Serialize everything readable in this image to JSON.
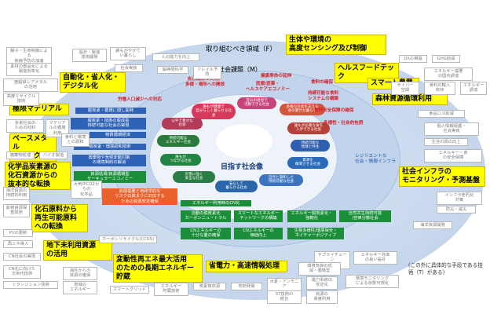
{
  "labels": {
    "F": "取り組むべき領域（F）",
    "M": "社会課題（M）",
    "goal": "目指す社会像",
    "note": "(この外に具体的な手段である技術（T）がある)"
  },
  "yellow": [
    "生体や環境の\n高度センシング及び制御",
    "ヘルスフードテック",
    "スマート農業",
    "森林資源循環利用",
    "自動化・省人化・\nデジタル化",
    "極限マテリアル",
    "ベースメタル\nリサイクル",
    "化学品炭素源の\n化石資源からの\n抜本的な転換",
    "化石原料から\n再生可能原料\nへの転換",
    "地下未利用資源\nの活用",
    "変動性再エネ最大活用\nのための長期エネルギー\n貯蔵",
    "省電力・高速情報処理",
    "社会インフラの\nモニタリング・予測基盤"
  ],
  "red_texts": [
    "健康寿命の延伸",
    "食料の確保",
    "医療/医薬・\nヘルスケアエコノミー",
    "自己概念の実現、\n多様・場所への開放",
    "持続可能な食料\nシステムの構築",
    "食料安全保障の確保",
    "多様性・社会的包摂",
    "労働人口減少への対応"
  ],
  "blue_left": [
    "脱炭素・循環に関し開発",
    "脱炭素・技術の脱成長\n持続可能な社会の実現",
    "物質循環経済",
    "脱炭素・環境調和技術",
    "廃棄物や気候変動対策\nの環境制約の解消"
  ],
  "green_left": [
    "資源枯渇/資源循環型\nサーキュラーエコノミー"
  ],
  "orange_left": [
    "資源需要と地政学的な\nリスクの高まりに対応する\nための資源安定確保"
  ],
  "green_bottom": [
    "エネルギー利用時のCN化",
    "活動の脱炭素化\nカーボンニュートラル",
    "スマートなエネルギー\nネットワークの構築",
    "エネルギー脱炭素化・\n強靭化",
    "CNエネルギーの\n十分な量の確保",
    "CNエネルギーの\n価値向上",
    "生物多様性/環境保全・\nネイチャーポジティブ",
    "自然共生持続可能\n/自律分散社会"
  ],
  "blue_right": [
    "レジリエントな\n社会・情報インフラ"
  ],
  "pills": [
    "誰もが健康で\n自分らしく暮らせる社会",
    "自分の意思で\n活動できる社会",
    "多様な社会を支える\n食の豊かな暮らし",
    "誰もが必要な食を\n入手できる社会",
    "持続可能な\n地球と共生",
    "資源を\n循環させる社会",
    "自然と調和した\n持続可能な社会",
    "安心して\n暮らせる社会",
    "災害に強く\n安全な社会",
    "誰もが\nつながる社会",
    "持続可能な\nエネルギー社会",
    "公平で豊かな\n社会"
  ],
  "grey_left": [
    "腸子・生命制御による\n疾病予防の加速",
    "素材の部品化による\n製造効率化",
    "亜鉛鉄レアメタル\nの活用",
    "高度リサイクル技術",
    "未来社会の\nための材料",
    "マテリアルの循環利用",
    "食料と環境との調和",
    "廃棄物処理",
    "バイオ製造",
    "大気中CO2からの\n化学品",
    "海洋資源の\n持続的利用",
    "鉱物資源探査技術",
    "PVの更新",
    "再エネ導入",
    "CN社会の実現",
    "CN化に向けた\n次世代技術",
    "トランジション技術"
  ],
  "grey_top": [
    "設計・製造\n技術開発",
    "誰もがやがて\nい暮らし",
    "人の能力を向上",
    "社会実装",
    "脳神経科学",
    "フレイル予防",
    "DXの推進",
    "GHG削減",
    "エネルギー需要\nの国内調達",
    "エネルギー\n調達",
    "食料の輸入\n依存",
    "サイバー\n空間"
  ],
  "grey_right": [
    "食品ロス削減",
    "個人情報保護・\n社会実装",
    "生活の質の向上",
    "エネルギー・食\nの安全保障",
    "インフラ老朽化\n対策",
    "防災・減災",
    "海洋資源開発",
    "エネルギー効率\nの良い設計",
    "サプライチェーン\n強靭化",
    "環境モニタリング\nによる状態可視化"
  ],
  "grey_bottom": [
    "海外からの\n資源の確保",
    "カーボンリサイクル(CCUS)",
    "地域の\nエネルギー",
    "スマートグリッド",
    "エネルギー\n貯蔵技術",
    "炭素吸収源",
    "地熱発電",
    "水素・アンモニア",
    "電力系統の\n安定化",
    "ST技術の\n統合",
    "環境負荷の低\n減・循環型",
    "資源の\n高度利用"
  ]
}
